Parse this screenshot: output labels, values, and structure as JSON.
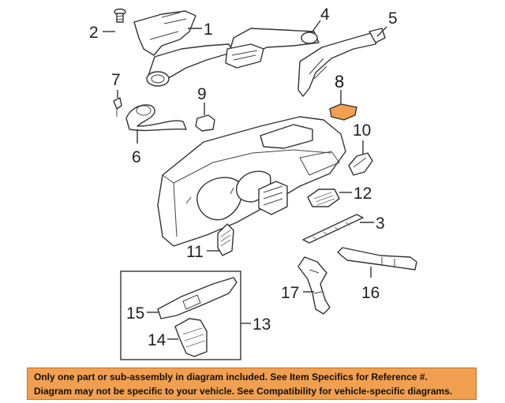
{
  "callouts": {
    "c1": "1",
    "c2": "2",
    "c3": "3",
    "c4": "4",
    "c5": "5",
    "c6": "6",
    "c7": "7",
    "c8": "8",
    "c9": "9",
    "c10": "10",
    "c11": "11",
    "c12": "12",
    "c13": "13",
    "c14": "14",
    "c15": "15",
    "c16": "16",
    "c17": "17"
  },
  "highlight_color": "#f0a050",
  "banner": {
    "line1": "Only one part or sub-assembly in diagram included. See Item Specifics for Reference #.",
    "line2": "Diagram may not be specific to your vehicle. See Compatibility for vehicle-specific diagrams.",
    "background": "#f0a050"
  }
}
